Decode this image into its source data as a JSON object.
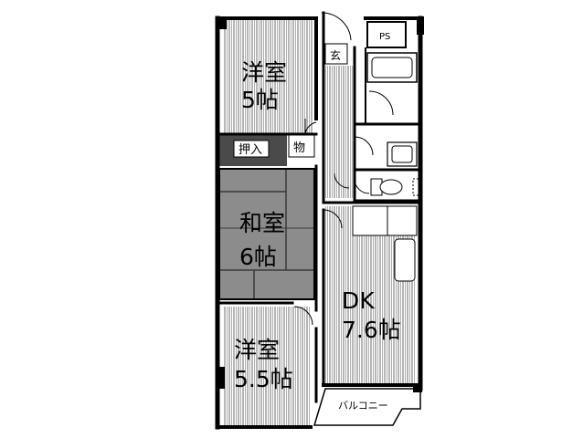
{
  "rooms": {
    "western_top": {
      "name": "洋室",
      "size": "5帖"
    },
    "japanese": {
      "name": "和室",
      "size": "6帖"
    },
    "western_bottom": {
      "name": "洋室",
      "size": "5.5帖"
    },
    "dk": {
      "name": "DK",
      "size": "7.6帖"
    }
  },
  "labels": {
    "closet": "押入",
    "storage": "物",
    "entrance": "玄",
    "ps": "PS",
    "balcony": "バルコニー"
  },
  "colors": {
    "wall": "#000000",
    "floor_hatch": "#777777",
    "tatami": "#8c8c8c",
    "tatami_line": "#3a3a3a",
    "closet_fill": "#4a4a4a",
    "background": "#ffffff"
  }
}
